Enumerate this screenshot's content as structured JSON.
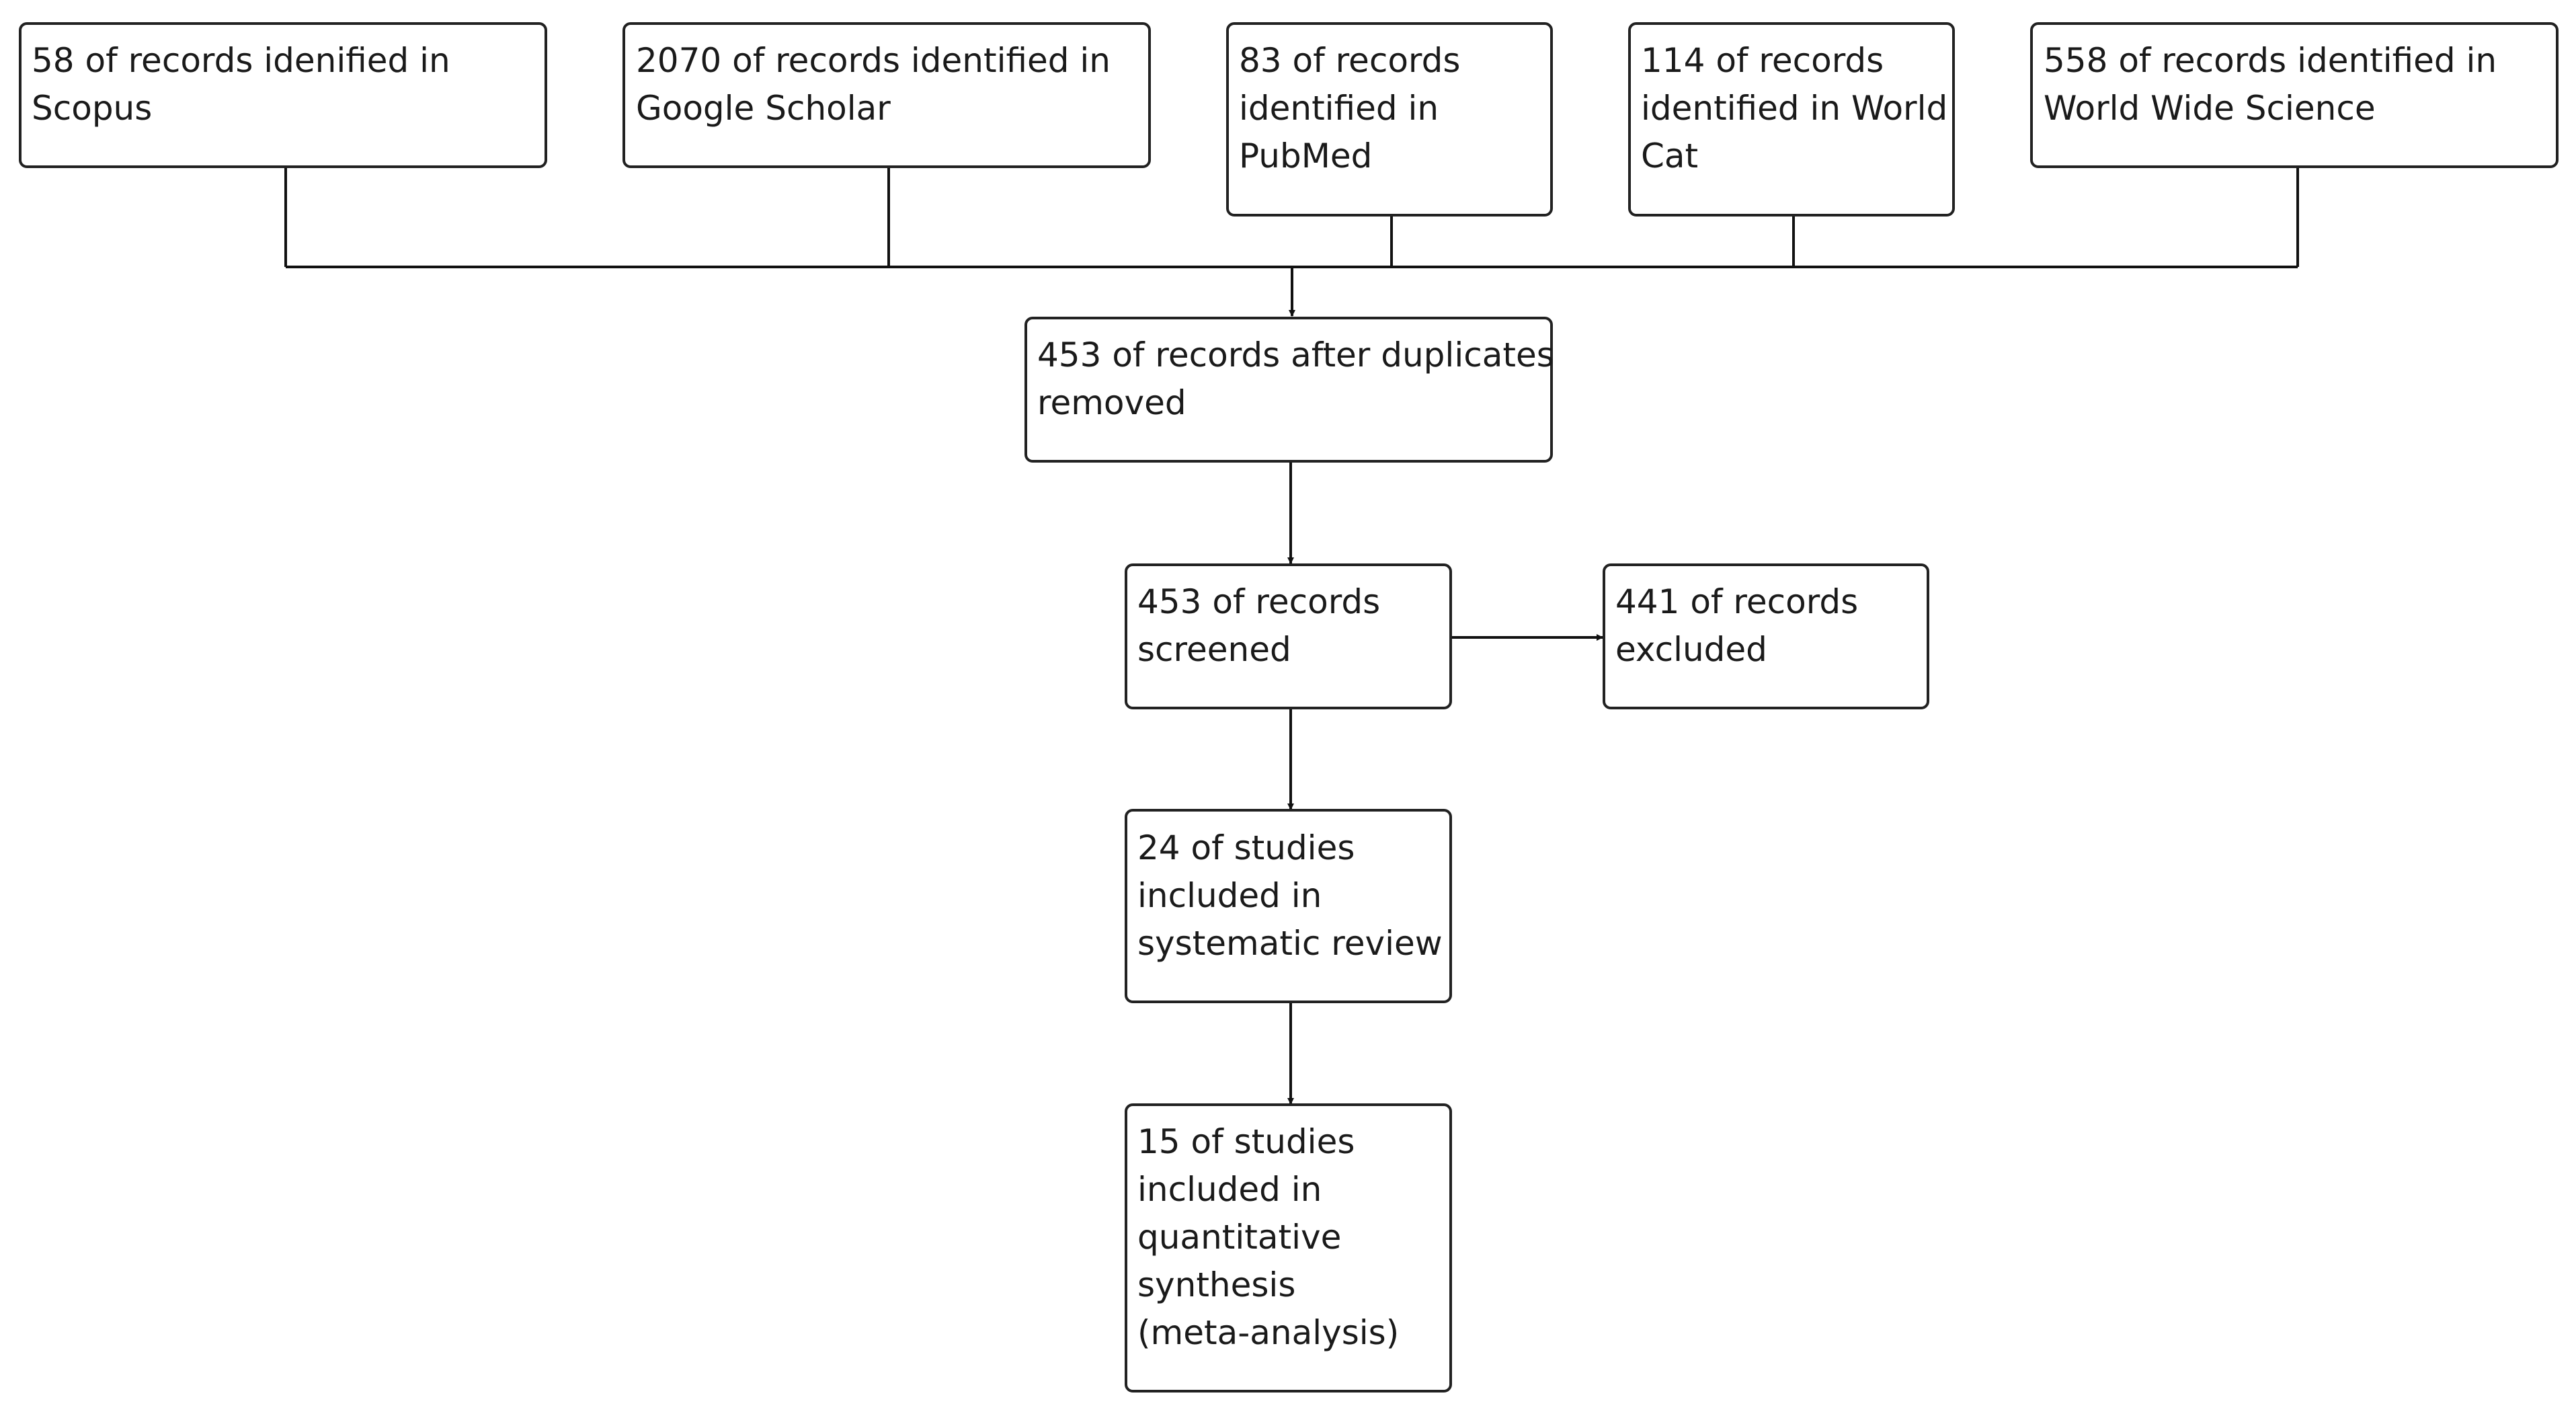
{
  "sources": [
    {
      "id": "scopus",
      "lines": [
        "58 of records idenified in",
        "Scopus"
      ]
    },
    {
      "id": "google-scholar",
      "lines": [
        "2070 of records identified in",
        "Google Scholar"
      ]
    },
    {
      "id": "pubmed",
      "lines": [
        "83 of records",
        "identified in",
        "PubMed"
      ]
    },
    {
      "id": "worldcat",
      "lines": [
        "114 of records",
        "identified in World",
        "Cat"
      ]
    },
    {
      "id": "wws",
      "lines": [
        "558 of records identified in",
        "World Wide Science"
      ]
    }
  ],
  "duplicates_removed": {
    "lines": [
      "453 of records after duplicates",
      "removed"
    ]
  },
  "screened": {
    "lines": [
      "453 of records",
      "screened"
    ]
  },
  "excluded": {
    "lines": [
      "441 of records",
      "excluded"
    ]
  },
  "systematic_review": {
    "lines": [
      "24 of studies",
      "included in",
      "systematic review"
    ]
  },
  "meta_analysis": {
    "lines": [
      "15 of studies",
      "included in",
      "quantitative",
      "synthesis",
      "(meta-analysis)"
    ]
  }
}
